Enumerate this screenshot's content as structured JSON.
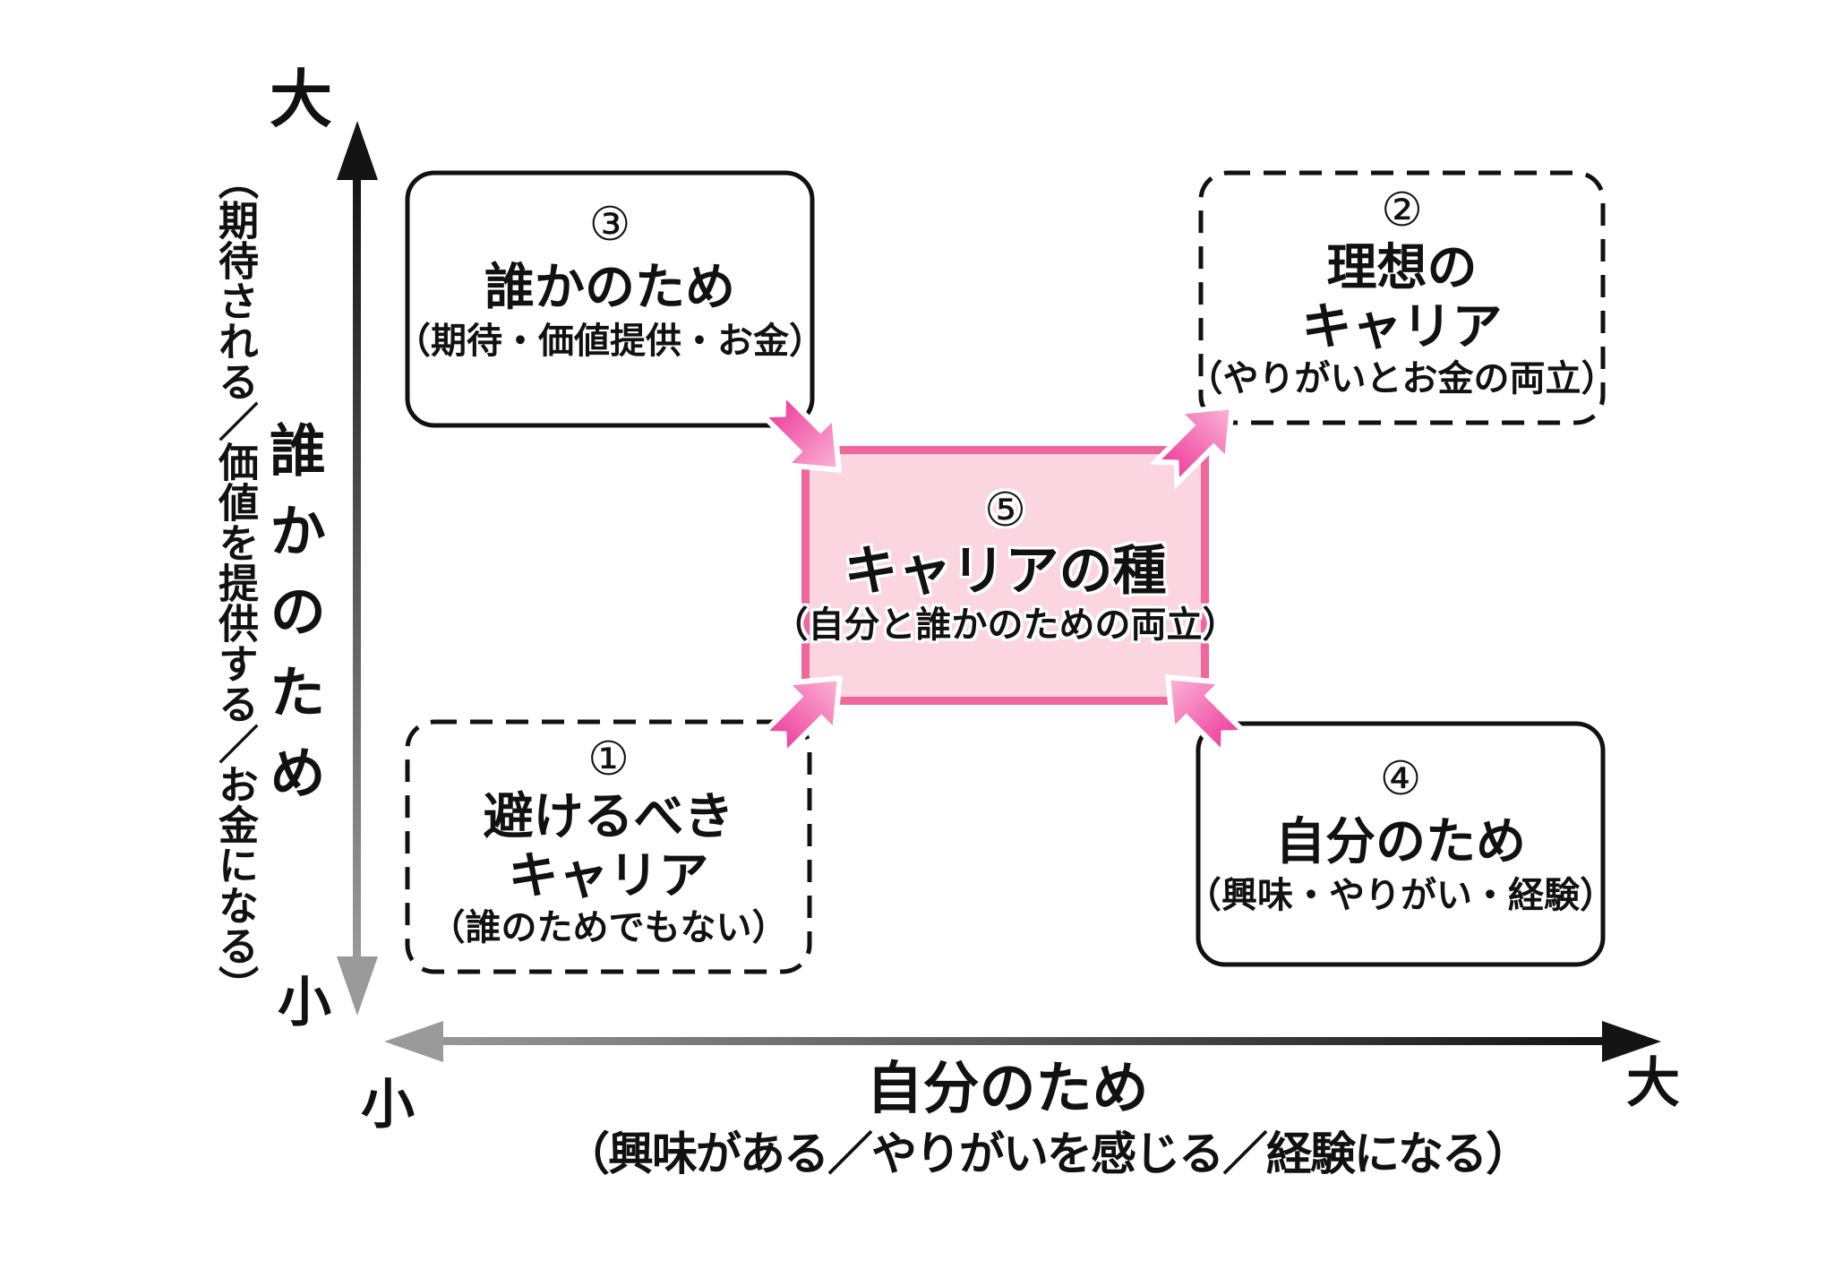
{
  "y_axis": {
    "max_label": "大",
    "min_label": "小",
    "title": "誰かのため",
    "annotation": "（期待される／価値を提供する／お金になる）"
  },
  "x_axis": {
    "min_label": "小",
    "max_label": "大",
    "title": "自分のため",
    "annotation": "（興味がある／やりがいを感じる／経験になる）"
  },
  "boxes": {
    "b1": {
      "number": "①",
      "line1": "避けるべき",
      "line2": "キャリア",
      "subtitle": "（誰のためでもない）",
      "border_style": "dashed"
    },
    "b2": {
      "number": "②",
      "line1": "理想の",
      "line2": "キャリア",
      "subtitle": "（やりがいとお金の両立）",
      "border_style": "dashed"
    },
    "b3": {
      "number": "③",
      "line1": "誰かのため",
      "subtitle": "（期待・価値提供・お金）",
      "border_style": "solid"
    },
    "b4": {
      "number": "④",
      "line1": "自分のため",
      "subtitle": "（興味・やりがい・経験）",
      "border_style": "solid"
    },
    "b5": {
      "number": "⑤",
      "line1": "キャリアの種",
      "subtitle": "（自分と誰かのための両立）",
      "border_style": "solid-pink"
    }
  },
  "icons": {
    "arrow_top_left": "thick-arrow-pointing-down-right-into-center",
    "arrow_top_right": "thick-arrow-pointing-up-right-toward-ideal-career",
    "arrow_bottom_left": "thick-arrow-pointing-up-right-into-center",
    "arrow_bottom_right": "thick-arrow-pointing-up-left-into-center",
    "y_axis_arrow": "double-headed-vertical-axis-arrow",
    "x_axis_arrow": "double-headed-horizontal-axis-arrow"
  },
  "colors": {
    "arrow_gradient_dark": "#ee3a9b",
    "arrow_gradient_light": "#fbb7d6",
    "center_box_fill": "#fbd5e0",
    "center_box_border": "#f0679e",
    "box_border": "#111111",
    "axis_dark": "#141414",
    "axis_gray": "#9a9a9a",
    "background": "#ffffff"
  }
}
